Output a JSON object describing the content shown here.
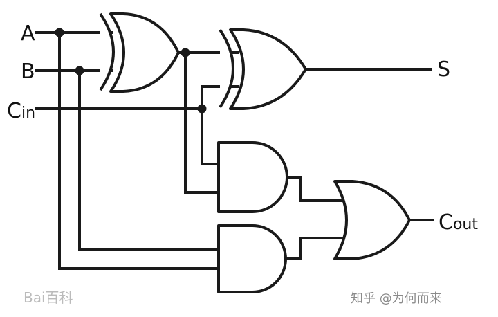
{
  "labels": {
    "input_a": "A",
    "input_b": "B",
    "input_cin_main": "C",
    "input_cin_sub": "in",
    "output_s": "S",
    "output_cout_main": "C",
    "output_cout_sub": "out"
  },
  "watermarks": {
    "baidu": "Bai百科",
    "zhihu": "知乎 @为何而来"
  },
  "colors": {
    "ink": "#1a1a1a",
    "background": "#ffffff"
  }
}
